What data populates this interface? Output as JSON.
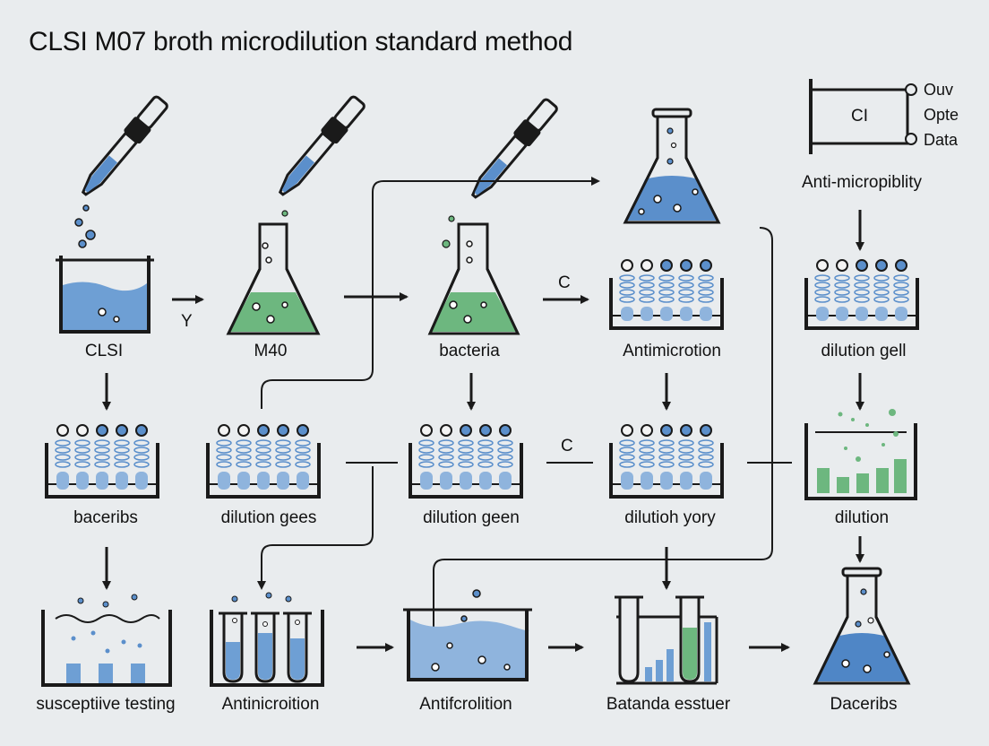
{
  "title": "CLSI M07 broth microdilution standard method",
  "labels": {
    "r1c1": "CLSI",
    "r1c2": "M40",
    "r1c3": "bacteria",
    "r1c4": "Antimicrotion",
    "r1c5": "dilution gell",
    "r2c1": "baceribs",
    "r2c2": "dilution gees",
    "r2c3": "dilution geen",
    "r2c4": "dilutioh yory",
    "r2c5": "dilution",
    "r3c1": "susceptiive testing",
    "r3c2": "Antinicroition",
    "r3c3": "Antifcrolition",
    "r3c4": "Batanda esstuer",
    "r3c5": "Daceribs"
  },
  "connector_labels": {
    "y_mark": "Y",
    "c_mark_1": "C",
    "c_mark_2": "C"
  },
  "legend_box": {
    "box_text": "CI",
    "items": [
      "Ouv",
      "Opte",
      "Data"
    ],
    "caption": "Anti-micropiblity"
  },
  "colors": {
    "liquid_blue": "#5b8fcb",
    "liquid_green": "#6db77f",
    "stroke": "#1a1a1a",
    "background": "#e9ecee"
  }
}
